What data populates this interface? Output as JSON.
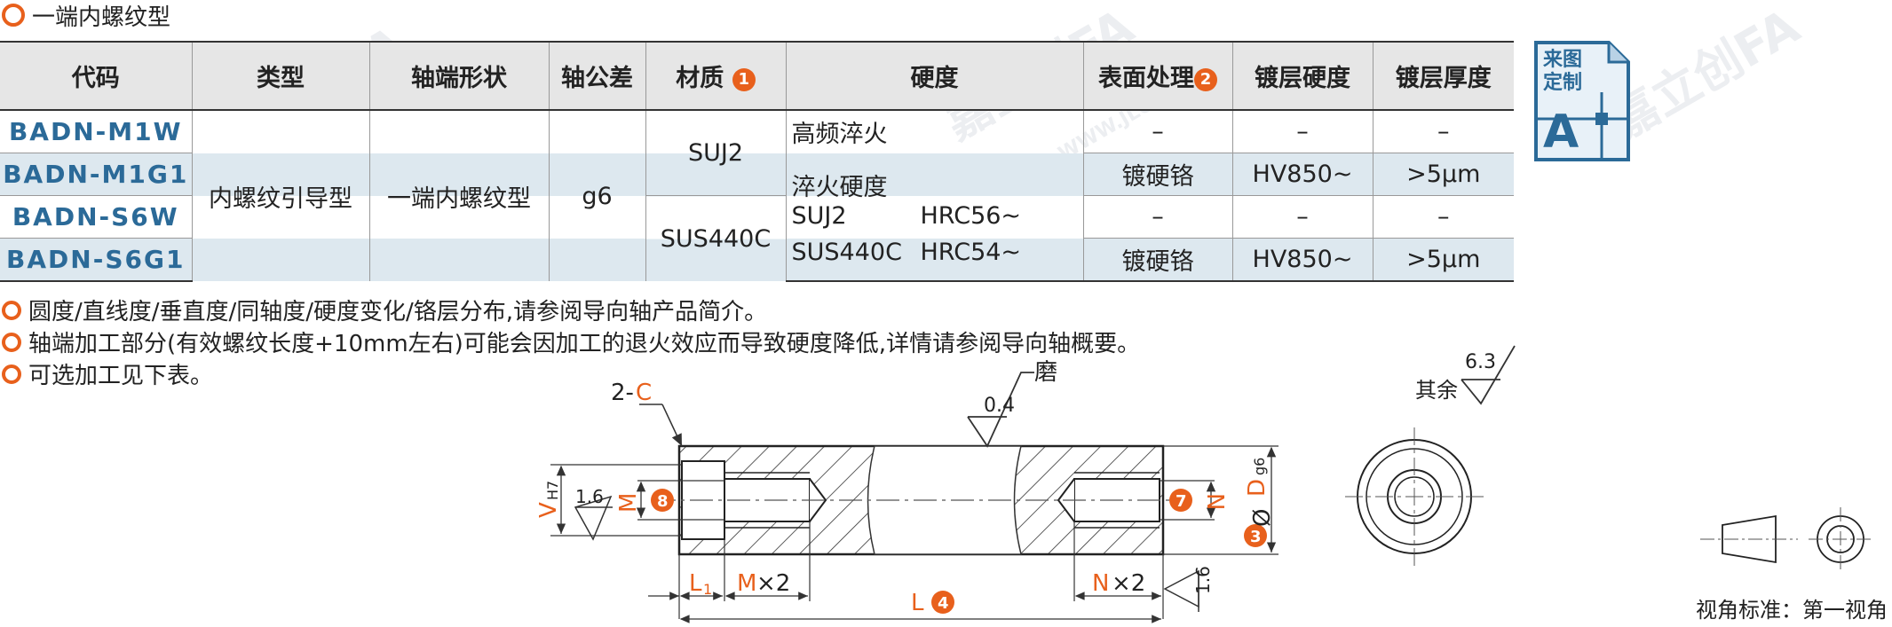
{
  "title": "一端内螺纹型",
  "table": {
    "headers": [
      "代码",
      "类型",
      "轴端形状",
      "轴公差",
      "材质",
      "硬度",
      "表面处理",
      "镀层硬度",
      "镀层厚度"
    ],
    "header_marks": {
      "material": "1",
      "surface": "2"
    },
    "codes": [
      "BADN-M1W",
      "BADN-M1G1",
      "BADN-S6W",
      "BADN-S6G1"
    ],
    "type": "内螺纹引导型",
    "end_shape": "一端内螺纹型",
    "tolerance": "g6",
    "materials": [
      "SUJ2",
      "SUS440C"
    ],
    "hardness": {
      "line1": "高频淬火",
      "line2": "淬火硬度",
      "suj_name": "SUJ2",
      "suj_val": "HRC56~",
      "sus_name": "SUS440C",
      "sus_val": "HRC54~"
    },
    "rows": [
      {
        "surface": "–",
        "plating_hardness": "–",
        "plating_thickness": "–"
      },
      {
        "surface": "镀硬铬",
        "plating_hardness": "HV850~",
        "plating_thickness": ">5μm"
      },
      {
        "surface": "–",
        "plating_hardness": "–",
        "plating_thickness": "–"
      },
      {
        "surface": "镀硬铬",
        "plating_hardness": "HV850~",
        "plating_thickness": ">5μm"
      }
    ]
  },
  "badge": {
    "line1": "来图",
    "line2": "定制",
    "letter": "A"
  },
  "notes": [
    "圆度/直线度/垂直度/同轴度/硬度变化/铬层分布,请参阅导向轴产品简介。",
    "轴端加工部分(有效螺纹长度+10mm左右)可能会因加工的退火效应而导致硬度降低,详情请参阅导向轴概要。",
    "可选加工见下表。"
  ],
  "drawing": {
    "chamfer_prefix": "2-",
    "chamfer": "C",
    "grind": "磨",
    "grind_value": "0.4",
    "rest_label": "其余",
    "rest_value": "6.3",
    "rough_left": "1.6",
    "rough_right": "1.6",
    "V": "V",
    "V_sub": "H7",
    "M": "M",
    "N": "N",
    "D": "D",
    "D_sub": "g6",
    "phi": "Ø",
    "L1": "L",
    "L1_sub": "1",
    "Mx2_M": "M",
    "Mx2": "×2",
    "Nx2_N": "N",
    "Nx2": "×2",
    "L": "L",
    "marks": {
      "M": "8",
      "N": "7",
      "D": "3",
      "L": "4"
    }
  },
  "projection_label": "视角标准：第一视角",
  "watermark": "嘉立创FA",
  "watermark_url": "WWW.JLCFA.COM",
  "colors": {
    "orange": "#e8601c",
    "blue": "#2b6a98",
    "shade": "#dde8ef"
  }
}
